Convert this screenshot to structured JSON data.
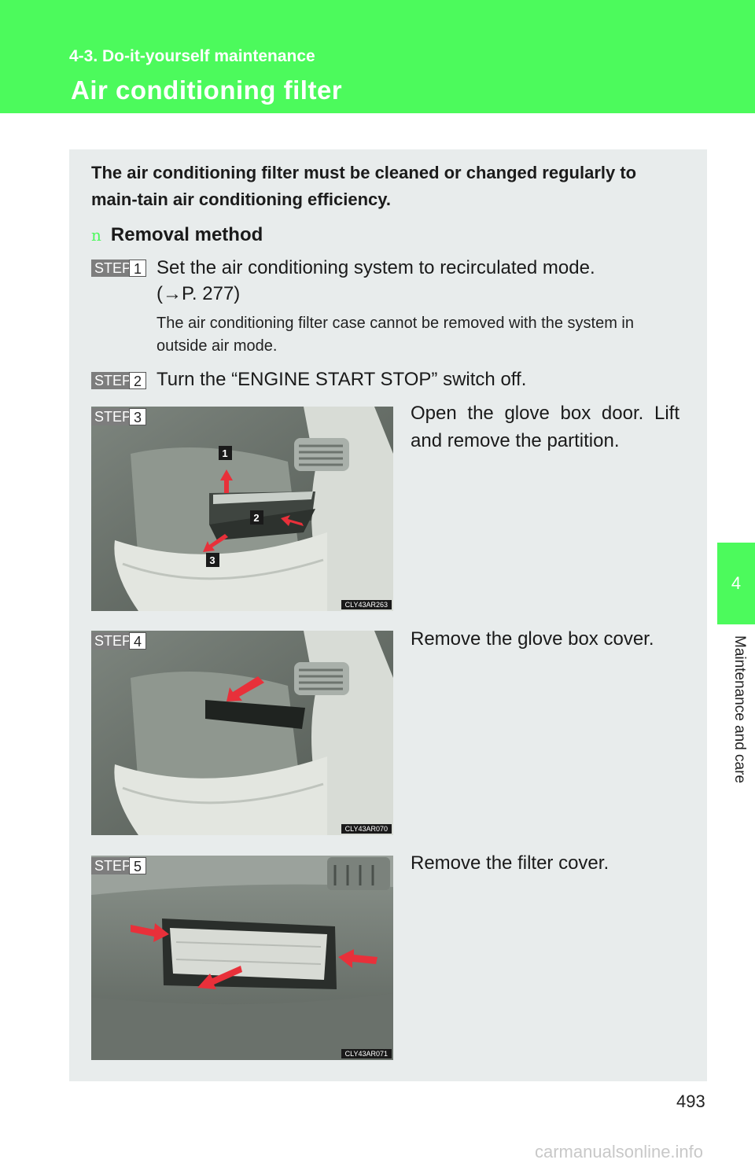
{
  "header": {
    "section": "4-3. Do-it-yourself maintenance",
    "title": "Air conditioning filter"
  },
  "side_tab": {
    "number": "4",
    "label": "Maintenance and care"
  },
  "intro": "The air conditioning filter must be cleaned or changed regularly to main-tain air conditioning efficiency.",
  "subheading": {
    "bullet": "n",
    "text": "Removal method"
  },
  "step_word": "STEP",
  "steps": [
    {
      "num": "1",
      "text": "Set the air conditioning system to recirculated mode.",
      "ref": "(→P. 277)",
      "note": "The air conditioning filter case cannot be removed with the system in outside air mode."
    },
    {
      "num": "2",
      "text": "Turn the “ENGINE START STOP” switch off."
    },
    {
      "num": "3",
      "text": "Open the glove box door. Lift and remove the partition.",
      "figure_code": "CLY43AR263",
      "callouts": [
        "1",
        "2",
        "3"
      ]
    },
    {
      "num": "4",
      "text": "Remove the glove box cover.",
      "figure_code": "CLY43AR070"
    },
    {
      "num": "5",
      "text": "Remove the filter cover.",
      "figure_code": "CLY43AR071"
    }
  ],
  "page_number": "493",
  "watermark": "carmanualsonline.info",
  "colors": {
    "accent": "#4cfa5c",
    "panel": "#e8ecec",
    "arrow": "#e8303a"
  }
}
